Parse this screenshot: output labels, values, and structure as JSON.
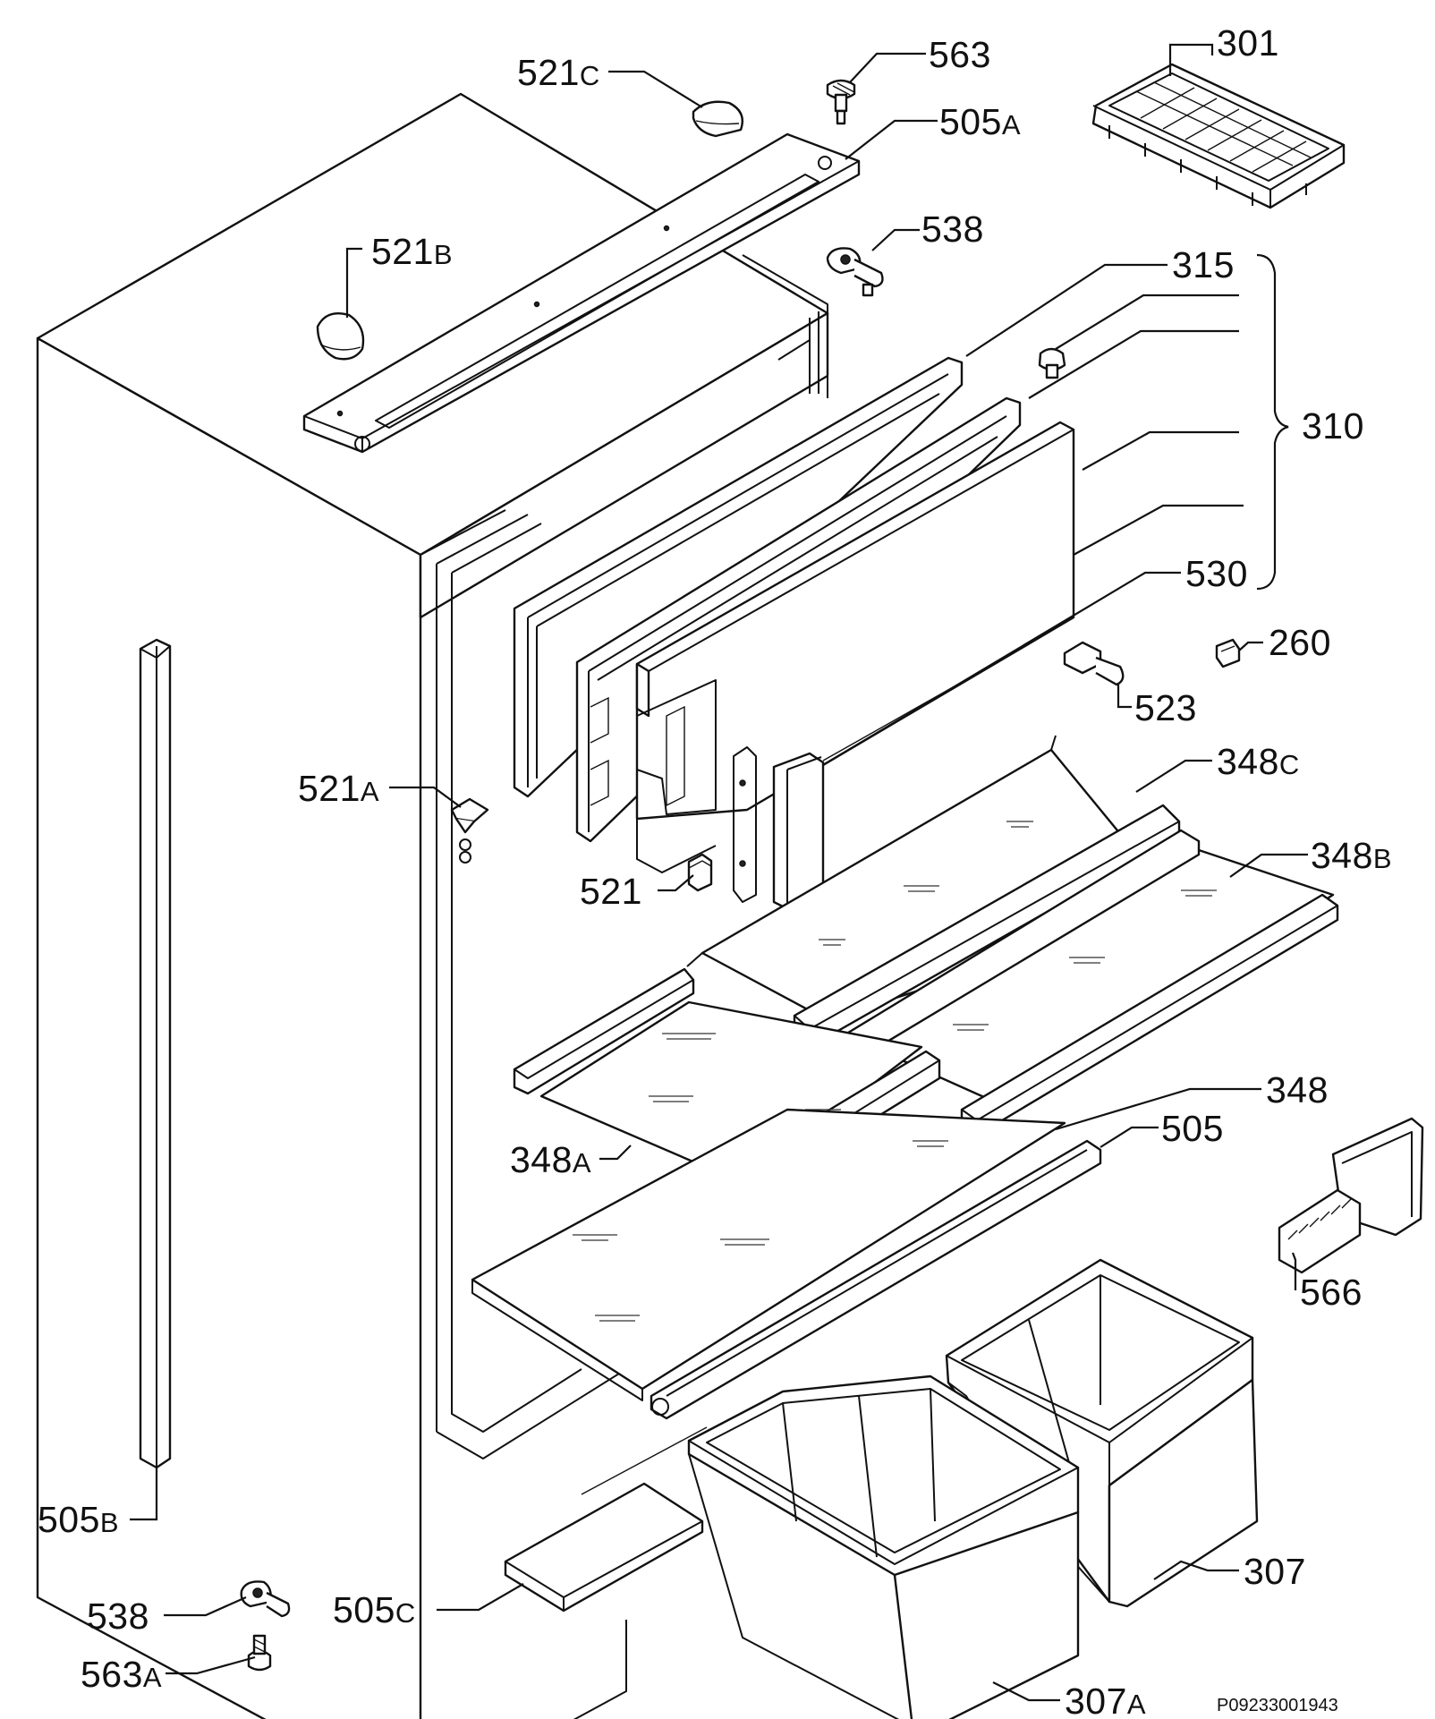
{
  "diagram": {
    "document_code": "P09233001943",
    "labels": {
      "p301": {
        "num": "301",
        "suffix": ""
      },
      "p563": {
        "num": "563",
        "suffix": ""
      },
      "p521c": {
        "num": "521",
        "suffix": "C"
      },
      "p505a": {
        "num": "505",
        "suffix": "A"
      },
      "p521b": {
        "num": "521",
        "suffix": "B"
      },
      "p538t": {
        "num": "538",
        "suffix": ""
      },
      "p315": {
        "num": "315",
        "suffix": ""
      },
      "p310": {
        "num": "310",
        "suffix": ""
      },
      "p530": {
        "num": "530",
        "suffix": ""
      },
      "p260": {
        "num": "260",
        "suffix": ""
      },
      "p523": {
        "num": "523",
        "suffix": ""
      },
      "p348c": {
        "num": "348",
        "suffix": "C"
      },
      "p521a": {
        "num": "521",
        "suffix": "A"
      },
      "p348b": {
        "num": "348",
        "suffix": "B"
      },
      "p521": {
        "num": "521",
        "suffix": ""
      },
      "p348": {
        "num": "348",
        "suffix": ""
      },
      "p505": {
        "num": "505",
        "suffix": ""
      },
      "p348a": {
        "num": "348",
        "suffix": "A"
      },
      "p566": {
        "num": "566",
        "suffix": ""
      },
      "p505b": {
        "num": "505",
        "suffix": "B"
      },
      "p307": {
        "num": "307",
        "suffix": ""
      },
      "p538b": {
        "num": "538",
        "suffix": ""
      },
      "p505c": {
        "num": "505",
        "suffix": "C"
      },
      "p563a": {
        "num": "563",
        "suffix": "A"
      },
      "p307a": {
        "num": "307",
        "suffix": "A"
      }
    }
  }
}
